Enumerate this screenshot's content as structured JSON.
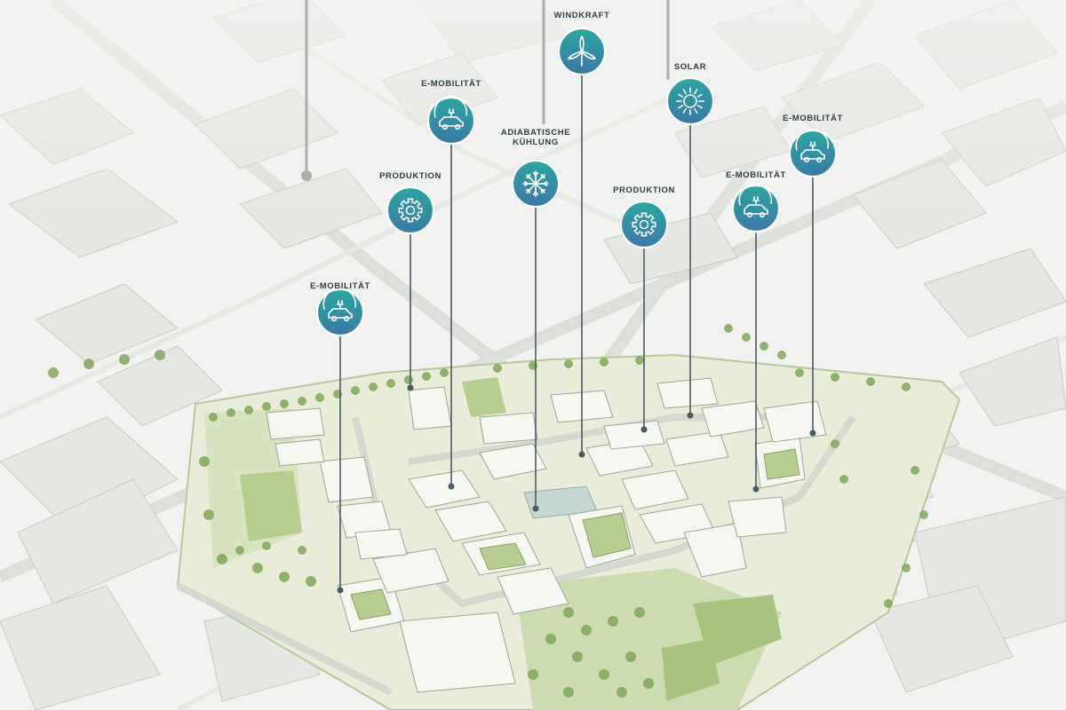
{
  "colors": {
    "background": "#f1f2ef",
    "pin_gradient_top": "#2aa7a0",
    "pin_gradient_bottom": "#3b78a6",
    "stem": "#4b5a61",
    "green_area": "#c9d9ae",
    "tree": "#7fa85a"
  },
  "pins": [
    {
      "id": "e-mobilitat-west",
      "label": [
        "E-MOBILITÄT"
      ],
      "icon": "car-charging-icon"
    },
    {
      "id": "produktion-west",
      "label": [
        "PRODUKTION"
      ],
      "icon": "gear-icon"
    },
    {
      "id": "e-mobilitat-north",
      "label": [
        "E-MOBILITÄT"
      ],
      "icon": "car-charging-icon"
    },
    {
      "id": "adiabatische-kuhlung",
      "label": [
        "ADIABATISCHE",
        "KÜHLUNG"
      ],
      "icon": "snowflake-icon"
    },
    {
      "id": "windkraft",
      "label": [
        "WINDKRAFT"
      ],
      "icon": "wind-turbine-icon"
    },
    {
      "id": "produktion-east",
      "label": [
        "PRODUKTION"
      ],
      "icon": "gear-icon"
    },
    {
      "id": "solar",
      "label": [
        "SOLAR"
      ],
      "icon": "sun-icon"
    },
    {
      "id": "e-mobilitat-east",
      "label": [
        "E-MOBILITÄT"
      ],
      "icon": "car-charging-icon"
    },
    {
      "id": "e-mobilitat-northeast",
      "label": [
        "E-MOBILITÄT"
      ],
      "icon": "car-charging-icon"
    }
  ]
}
